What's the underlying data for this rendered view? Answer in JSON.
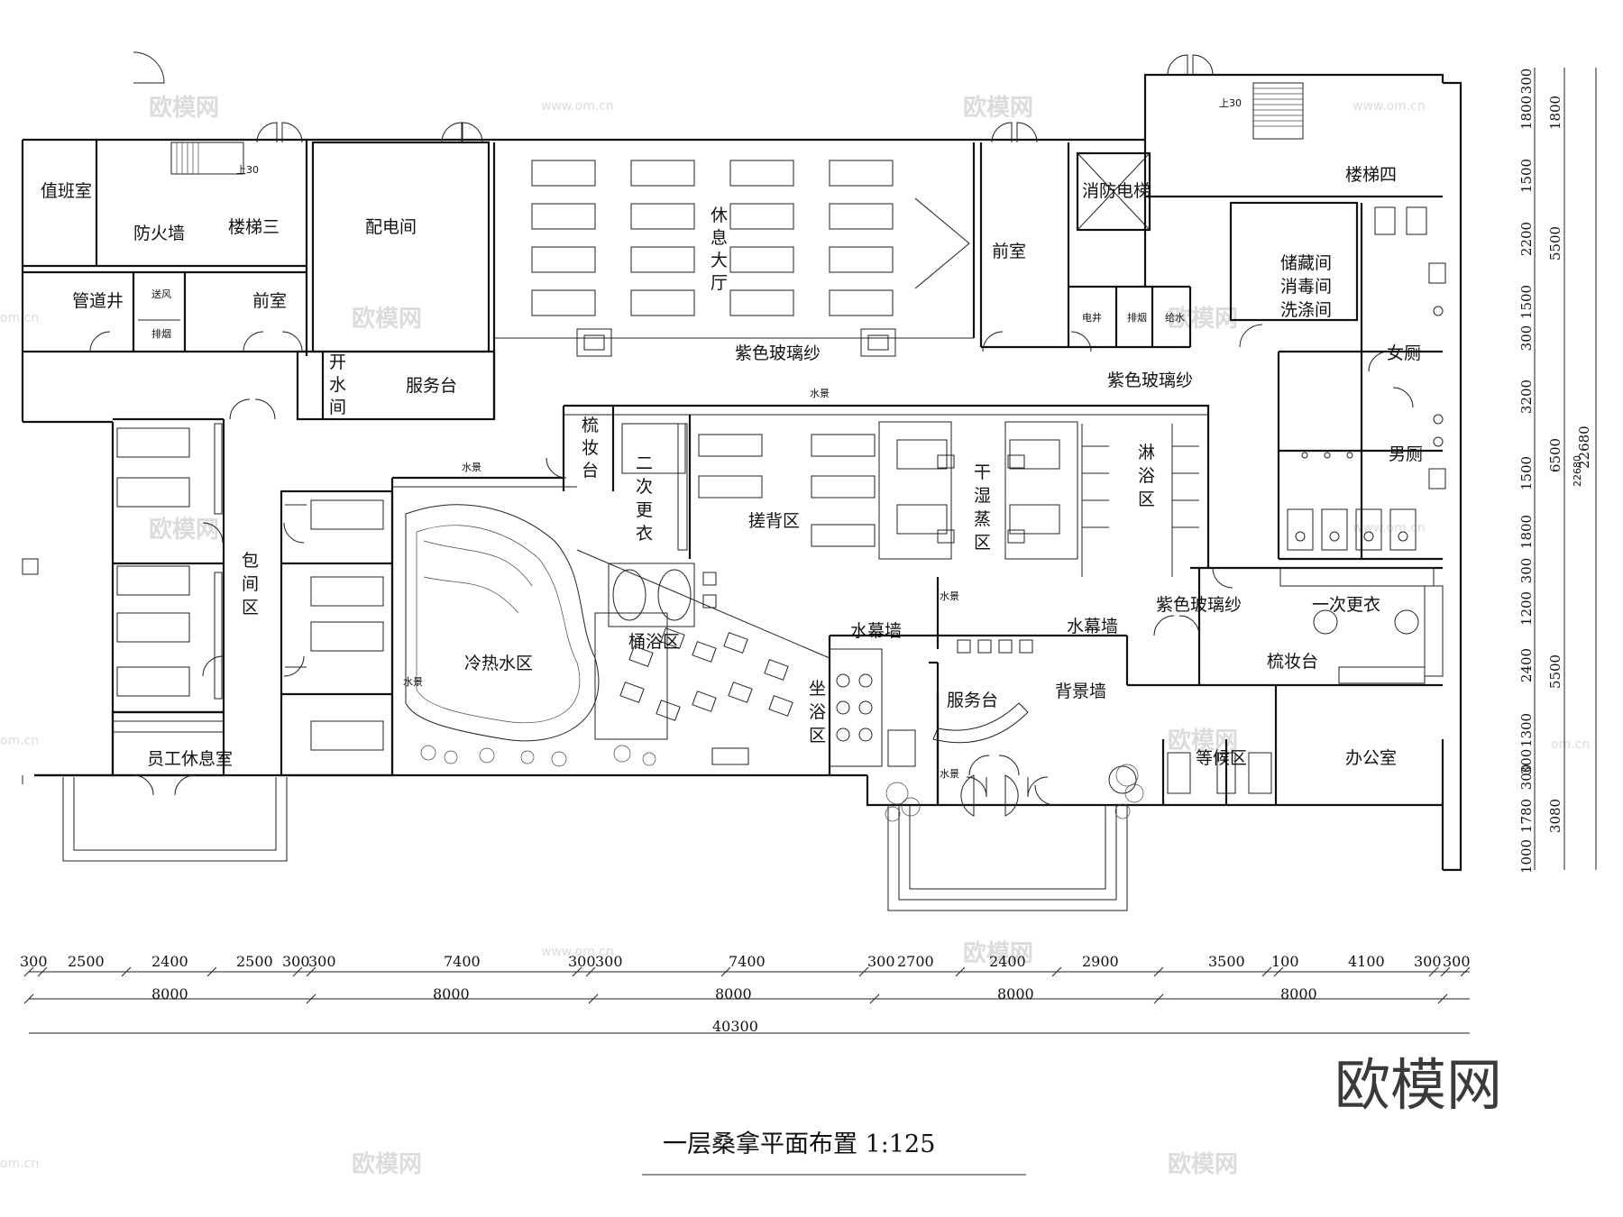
{
  "title": "一层桑拿平面布置 1:125",
  "logo_text": "欧模网",
  "watermark": {
    "brand": "欧模网",
    "url": "www.om.cn",
    "url_short": "om.cn"
  },
  "rooms": {
    "duty_room": "值班室",
    "firewall": "防火墙",
    "stair3": "楼梯三",
    "power_room": "配电间",
    "shaft": "管道井",
    "air_supply": "送风",
    "smoke_exhaust": "排烟",
    "anteroom_left": "前室",
    "water_boil": [
      "开",
      "水",
      "间"
    ],
    "service_desk_top": "服务台",
    "rest_hall": [
      "休",
      "息",
      "大",
      "厅"
    ],
    "purple_gauze_1": "紫色玻璃纱",
    "anteroom_right": "前室",
    "fire_elevator": "消防电梯",
    "stair4": "楼梯四",
    "storage": [
      "储藏间",
      "消毒间",
      "洗涤间"
    ],
    "electric_shaft": "电井",
    "exhaust_shaft": "排烟",
    "water_supply": "给水",
    "purple_gauze_2": "紫色玻璃纱",
    "women_wc": "女厕",
    "men_wc": "男厕",
    "makeup_1": [
      "梳",
      "妆",
      "台"
    ],
    "change_2": [
      "二",
      "次",
      "更",
      "衣"
    ],
    "scrub_area": "搓背区",
    "sauna": [
      "干",
      "湿",
      "蒸",
      "区"
    ],
    "shower": [
      "淋",
      "浴",
      "区"
    ],
    "private_rooms": [
      "包",
      "间",
      "区"
    ],
    "hot_cold_pool": "冷热水区",
    "barrel_bath": "桶浴区",
    "water_curtain_1": "水幕墙",
    "water_curtain_2": "水幕墙",
    "purple_gauze_3": "紫色玻璃纱",
    "change_1": "一次更衣",
    "makeup_2": "梳妆台",
    "sit_bath": [
      "坐",
      "浴",
      "区"
    ],
    "service_desk_main": "服务台",
    "bg_wall": "背景墙",
    "waiting": "等候区",
    "office": "办公室",
    "staff_rest": "员工休息室",
    "water_feature": "水景",
    "up30": "上30"
  },
  "dimensions": {
    "bottom_row1": [
      "300",
      "2500",
      "2400",
      "2500",
      "300",
      "300",
      "7400",
      "300",
      "300",
      "7400",
      "300",
      "2700",
      "2400",
      "2900",
      "3500",
      "100",
      "4100",
      "300",
      "300"
    ],
    "bottom_row2": [
      "8000",
      "8000",
      "8000",
      "8000",
      "8000"
    ],
    "bottom_total": "40300",
    "right_col1": [
      "300",
      "1800",
      "1500",
      "2200",
      "1500",
      "300",
      "3200",
      "1500",
      "1800",
      "300",
      "1200",
      "2400",
      "1300",
      "300",
      "300",
      "1780",
      "1000"
    ],
    "right_col2": [
      "1800",
      "5500",
      "6500",
      "5500",
      "3080"
    ],
    "right_total": "22680",
    "right_total_faint": "22680"
  }
}
